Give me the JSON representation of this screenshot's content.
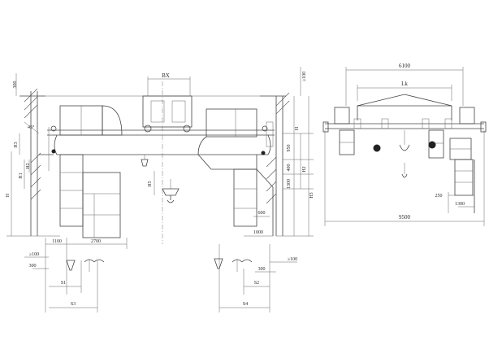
{
  "side_view": {
    "labels": {
      "bx": "BX",
      "h300": "300",
      "h100_top": "≥100",
      "angle": "45°",
      "h_right": "H",
      "h950": "950",
      "h400": "400",
      "h1300": "1300",
      "h2_right": "H2",
      "h3": "H3",
      "h1_left": "H1",
      "h2_left": "H2",
      "h_left": "H",
      "h3_left": "H3",
      "h5": "H5",
      "d600": "600",
      "d1000": "1000",
      "d100_left": "≥100",
      "d1100": "1100",
      "d2700": "2700",
      "d300_left": "300",
      "s1": "S1",
      "s3": "S3",
      "d300_right": "300",
      "d100_right": "≥100",
      "s2": "S2",
      "s4": "S4"
    }
  },
  "end_view": {
    "labels": {
      "d6100": "6100",
      "lk": "Lk",
      "d250": "250",
      "d1300": "1300",
      "d9500": "9500"
    }
  }
}
